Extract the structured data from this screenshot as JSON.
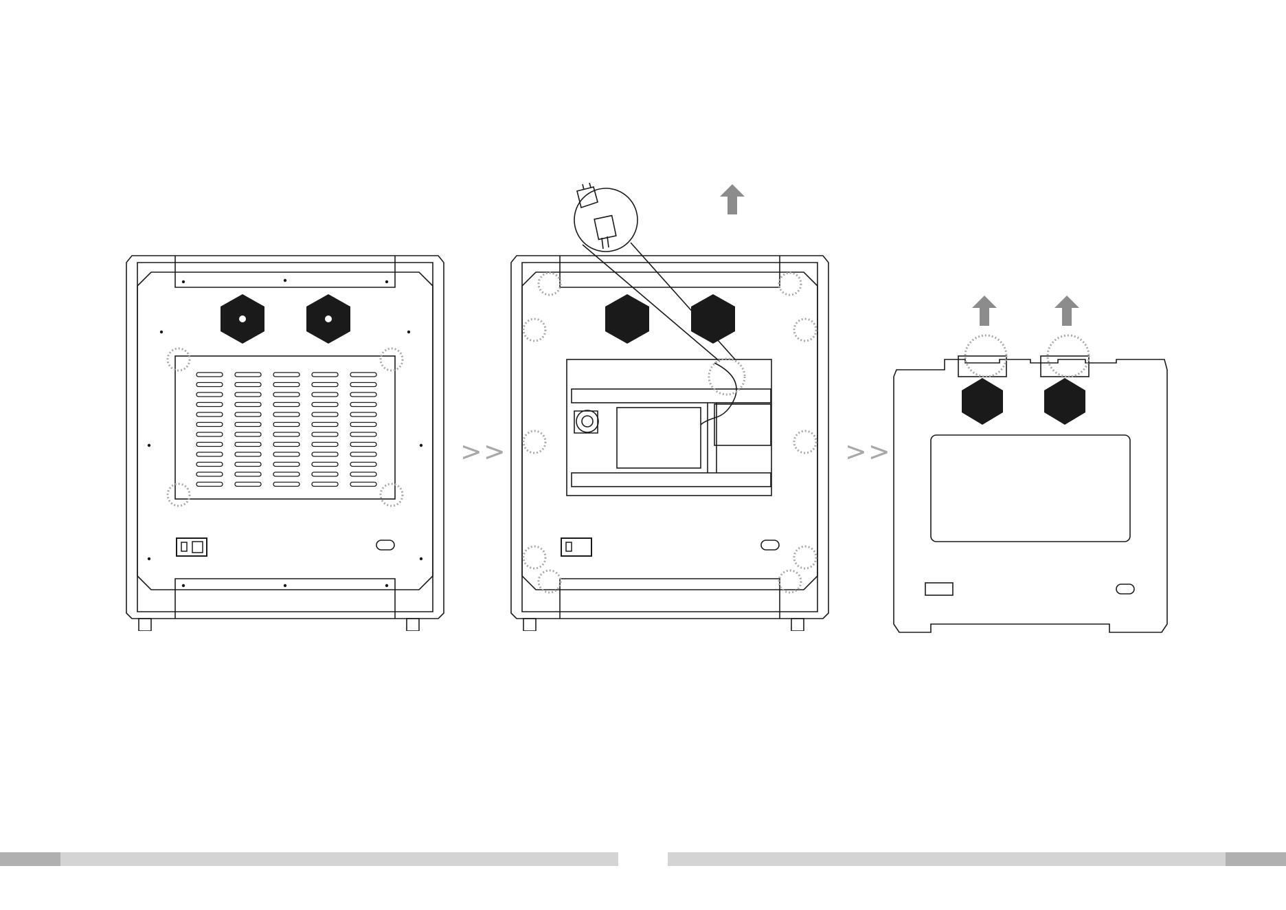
{
  "separators": [
    ">>",
    ">>"
  ],
  "colors": {
    "line": "#1a1a1a",
    "arrow": "#8c8c8c",
    "highlight_circle": "#a8a8a8",
    "footer_light": "#d4d4d4",
    "footer_dark": "#b0b0b0"
  },
  "icons": {
    "up_arrow": "up-arrow-icon",
    "fan": "fan-grille-icon",
    "connector": "cable-connector-icon"
  },
  "panels": [
    {
      "name": "step-1-rear-panel-closed"
    },
    {
      "name": "step-2-rear-panel-cover-removed"
    },
    {
      "name": "step-3-top-panel-lifted"
    }
  ]
}
